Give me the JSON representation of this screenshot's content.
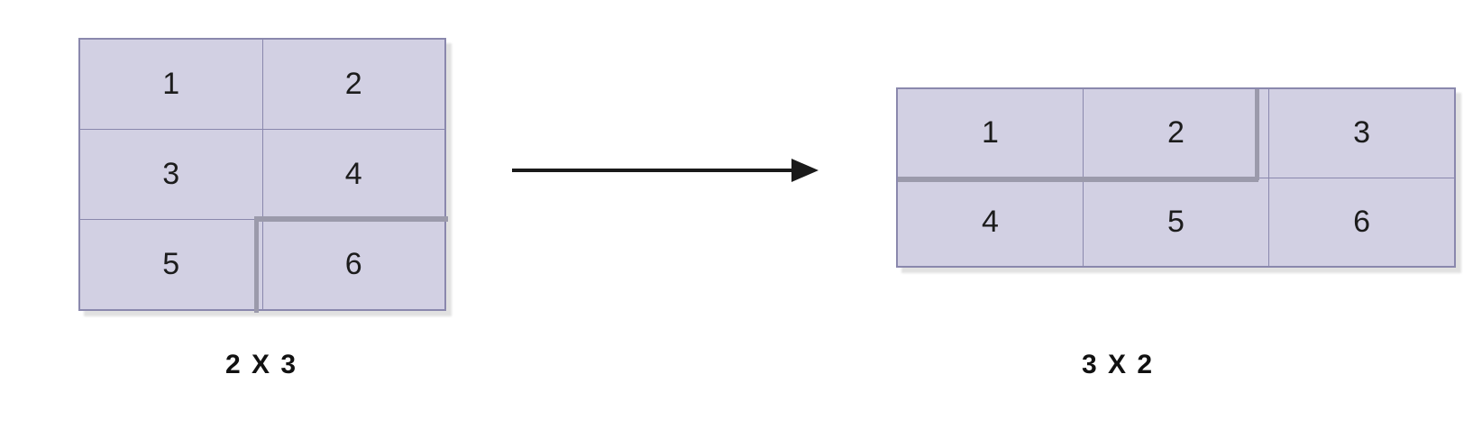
{
  "diagram": {
    "title": "matrix-transpose-reshape",
    "colors": {
      "cell_fill": "#d2d0e3",
      "cell_border": "#8a88ad",
      "accent_stroke": "#9b9aab",
      "text": "#1c1c1c",
      "arrow": "#1a1a1a",
      "background": "#ffffff"
    },
    "left_grid": {
      "caption": "2 X 3",
      "rows": 3,
      "cols": 2,
      "cells": [
        [
          "1",
          "2"
        ],
        [
          "3",
          "4"
        ],
        [
          "5",
          "6"
        ]
      ]
    },
    "right_grid": {
      "caption": "3 X 2",
      "rows": 2,
      "cols": 3,
      "cells": [
        [
          "1",
          "2",
          "3"
        ],
        [
          "4",
          "5",
          "6"
        ]
      ]
    },
    "arrow": {
      "direction": "right",
      "label": ""
    }
  }
}
